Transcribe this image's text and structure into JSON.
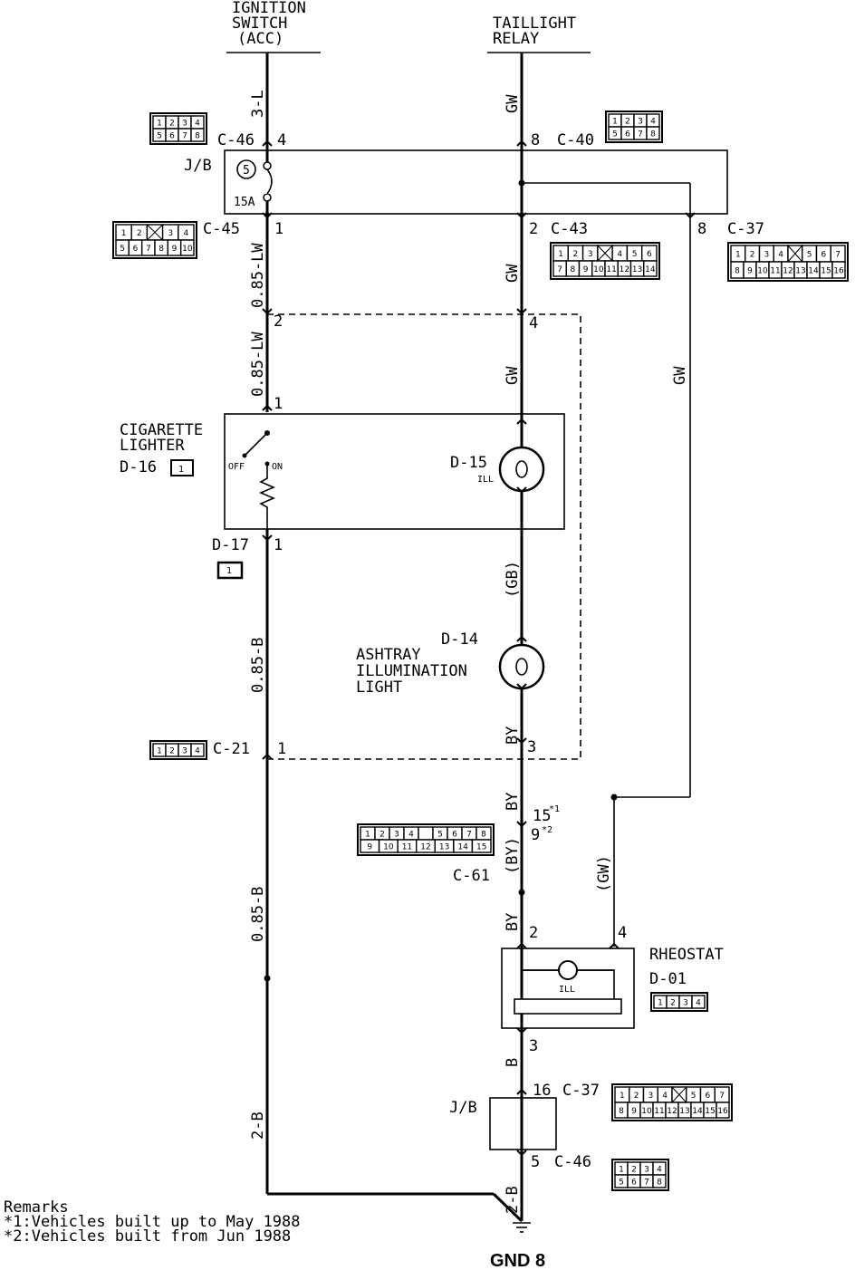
{
  "top": {
    "ignition": [
      "IGNITION",
      "SWITCH",
      "(ACC)"
    ],
    "taillight": [
      "TAILLIGHT",
      "RELAY"
    ]
  },
  "connectors": {
    "c46_top": "C-46",
    "c40": "C-40",
    "c45": "C-45",
    "c43": "C-43",
    "c37_top": "C-37",
    "c21": "C-21",
    "c61": "C-61",
    "c37_bot": "C-37",
    "c46_bot": "C-46"
  },
  "components": {
    "jb": "J/B",
    "fuse_num": "5",
    "fuse_amp": "15A",
    "cig": [
      "CIGARETTE",
      "LIGHTER"
    ],
    "d16": "D-16",
    "d16_box": "1",
    "off": "OFF",
    "on": "ON",
    "d17": "D-17",
    "d17_box": "1",
    "d15": "D-15",
    "ill": "ILL",
    "d14": "D-14",
    "ashtray": [
      "ASHTRAY",
      "ILLUMINATION",
      "LIGHT"
    ],
    "rheostat": "RHEOSTAT",
    "d01": "D-01",
    "jb_bot": "J/B"
  },
  "wires": {
    "w_3l": "3-L",
    "w_gw": "GW",
    "w_085lw": "0.85-LW",
    "w_gb": "(GB)",
    "w_by": "BY",
    "w_by_par": "(BY)",
    "w_gw_par": "(GW)",
    "w_085b": "0.85-B",
    "w_b": "B",
    "w_2b": "2-B"
  },
  "pins": {
    "p4": "4",
    "p8": "8",
    "p1": "1",
    "p2": "2",
    "p3": "3",
    "p16": "16",
    "p5": "5",
    "p15": "15",
    "p15_note": "*1",
    "p9": "9",
    "p9_note": "*2"
  },
  "connector_faces": {
    "c46": [
      [
        "1",
        "2",
        "3",
        "4"
      ],
      [
        "5",
        "6",
        "7",
        "8"
      ]
    ],
    "c40": [
      [
        "1",
        "2",
        "3",
        "4"
      ],
      [
        "5",
        "6",
        "7",
        "8"
      ]
    ],
    "c45": [
      [
        "1",
        "2",
        "X",
        "3",
        "4"
      ],
      [
        "5",
        "6",
        "7",
        "8",
        "9",
        "10"
      ]
    ],
    "c43": [
      [
        "1",
        "2",
        "3",
        "X",
        "4",
        "5",
        "6"
      ],
      [
        "7",
        "8",
        "9",
        "10",
        "11",
        "12",
        "13",
        "14"
      ]
    ],
    "c37": [
      [
        "1",
        "2",
        "3",
        "4",
        "X",
        "5",
        "6",
        "7"
      ],
      [
        "8",
        "9",
        "10",
        "11",
        "12",
        "13",
        "14",
        "15",
        "16"
      ]
    ],
    "c21": [
      [
        "1",
        "2",
        "3",
        "4"
      ]
    ],
    "c61": [
      [
        "1",
        "2",
        "3",
        "4",
        "",
        "5",
        "6",
        "7",
        "8"
      ],
      [
        "9",
        "10",
        "11",
        "12",
        "13",
        "14",
        "15"
      ]
    ],
    "d01": [
      [
        "1",
        "2",
        "3",
        "4"
      ]
    ]
  },
  "remarks": {
    "title": "Remarks",
    "r1": "*1:Vehicles built up to May 1988",
    "r2": "*2:Vehicles built from Jun 1988"
  },
  "ground": "GND 8"
}
